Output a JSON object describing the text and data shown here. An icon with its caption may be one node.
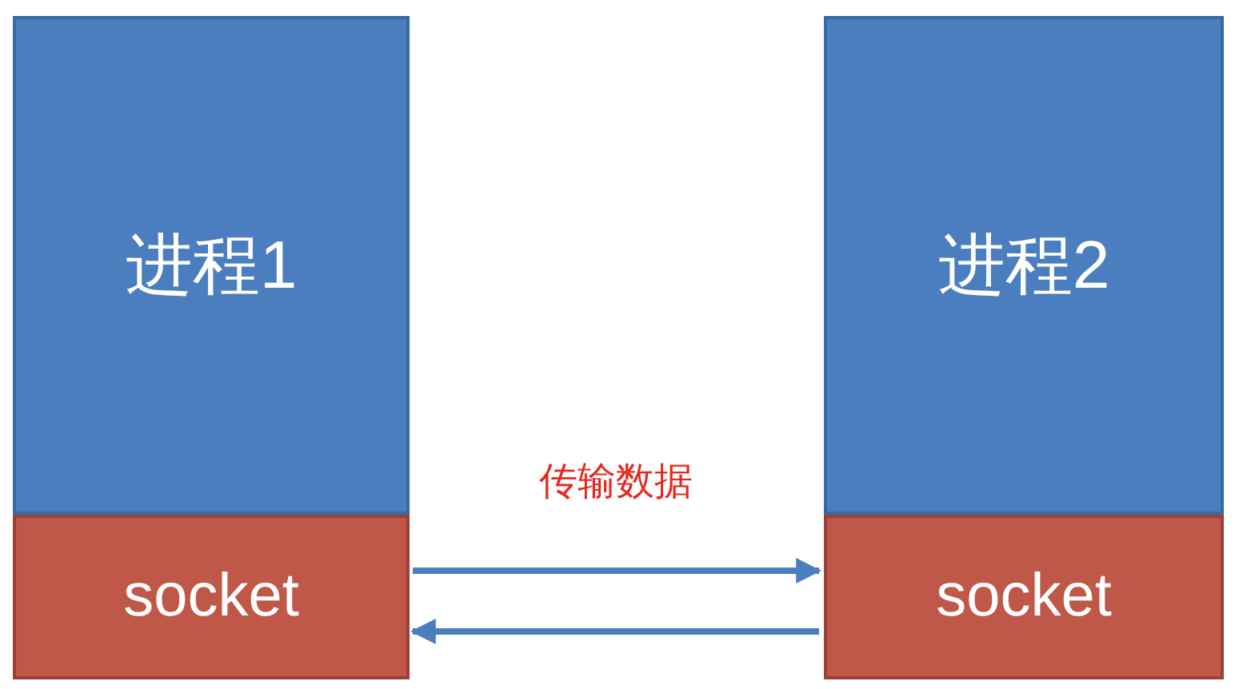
{
  "diagram": {
    "nodes": [
      {
        "text": [
          "进程1"
        ]
      },
      {
        "text": [
          "socket"
        ]
      },
      {
        "text": [
          "进程2"
        ]
      },
      {
        "text": [
          "socket"
        ]
      }
    ],
    "edges": [
      {
        "from": 1,
        "to": 3,
        "arrow": "to",
        "label": "传输数据"
      },
      {
        "from": 3,
        "to": 1,
        "arrow": "to"
      }
    ]
  }
}
